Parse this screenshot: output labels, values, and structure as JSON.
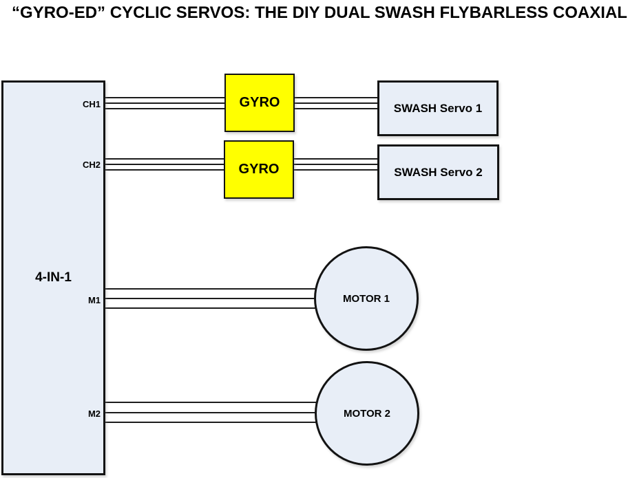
{
  "title": "“GYRO-ED” CYCLIC SERVOS: THE DIY DUAL SWASH FLYBARLESS COAXIAL",
  "colors": {
    "background": "#ffffff",
    "box_fill": "#e8eef7",
    "gyro_fill": "#ffff00",
    "line": "#1c1c1c",
    "text": "#000000"
  },
  "diagram": {
    "controller": {
      "label": "4-IN-1",
      "ports": {
        "ch1": "CH1",
        "ch2": "CH2",
        "m1": "M1",
        "m2": "M2"
      }
    },
    "gyro1": {
      "label": "GYRO"
    },
    "gyro2": {
      "label": "GYRO"
    },
    "swash1": {
      "label": "SWASH Servo 1"
    },
    "swash2": {
      "label": "SWASH Servo 2"
    },
    "motor1": {
      "label": "MOTOR 1"
    },
    "motor2": {
      "label": "MOTOR 2"
    },
    "connections": [
      {
        "from": "controller.ch1",
        "to": "gyro1",
        "wires": 3
      },
      {
        "from": "gyro1",
        "to": "swash1",
        "wires": 3
      },
      {
        "from": "controller.ch2",
        "to": "gyro2",
        "wires": 3
      },
      {
        "from": "gyro2",
        "to": "swash2",
        "wires": 3
      },
      {
        "from": "controller.m1",
        "to": "motor1",
        "wires": 3
      },
      {
        "from": "controller.m2",
        "to": "motor2",
        "wires": 3
      }
    ]
  }
}
